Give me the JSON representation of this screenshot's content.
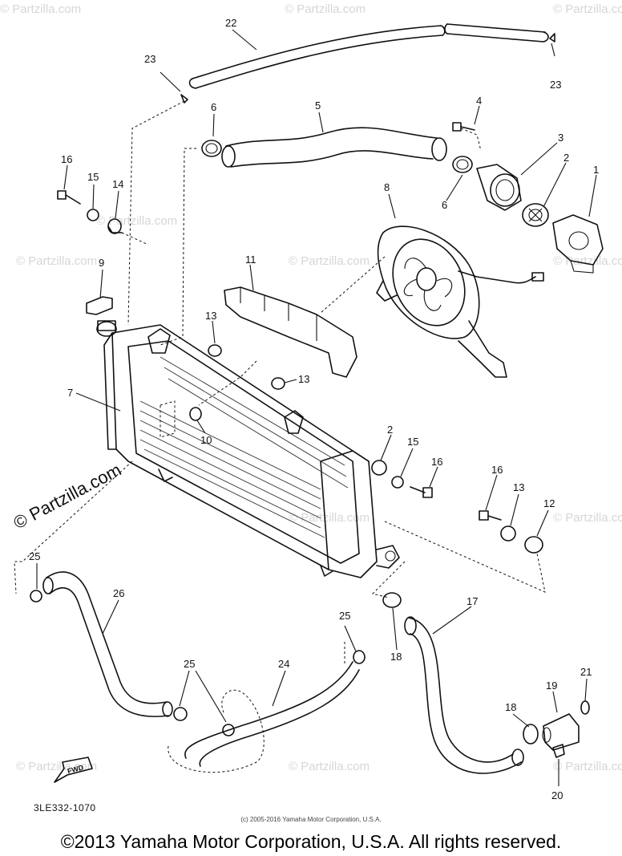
{
  "watermark_text": "© Partzilla.com",
  "diagram_code": "3LE332-1070",
  "small_copyright": "(c) 2005-2016 Yamaha Motor Corporation, U.S.A.",
  "footer_copyright": "©2013 Yamaha Motor Corporation, U.S.A. All rights reserved.",
  "fwd_label": "FWD",
  "callouts": [
    "1",
    "2",
    "3",
    "4",
    "5",
    "6",
    "6",
    "7",
    "8",
    "9",
    "10",
    "11",
    "12",
    "13",
    "13",
    "13",
    "14",
    "15",
    "15",
    "16",
    "16",
    "16",
    "17",
    "18",
    "18",
    "19",
    "20",
    "21",
    "22",
    "23",
    "23",
    "24",
    "25",
    "25",
    "25",
    "26",
    "2"
  ]
}
